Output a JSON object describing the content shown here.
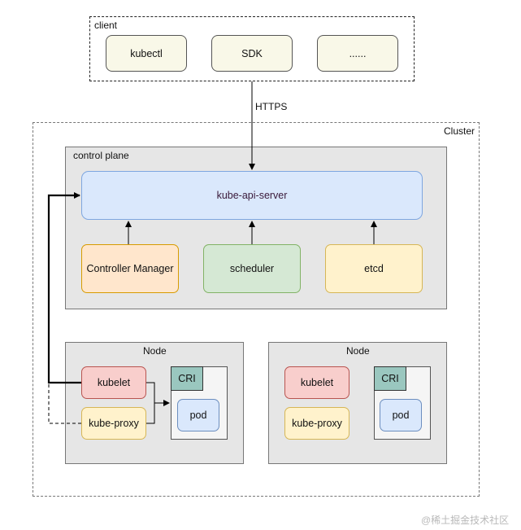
{
  "client": {
    "label": "client",
    "items": [
      "kubectl",
      "SDK",
      "......"
    ]
  },
  "https_label": "HTTPS",
  "cluster": {
    "label": "Cluster",
    "control_plane": {
      "label": "control plane",
      "api_server": "kube-api-server",
      "components": [
        "Controller Manager",
        "scheduler",
        "etcd"
      ]
    },
    "nodes": [
      {
        "label": "Node",
        "kubelet": "kubelet",
        "kube_proxy": "kube-proxy",
        "cri": "CRI",
        "pod": "pod"
      },
      {
        "label": "Node",
        "kubelet": "kubelet",
        "kube_proxy": "kube-proxy",
        "cri": "CRI",
        "pod": "pod"
      }
    ]
  },
  "watermark": "@稀土掘金技术社区"
}
